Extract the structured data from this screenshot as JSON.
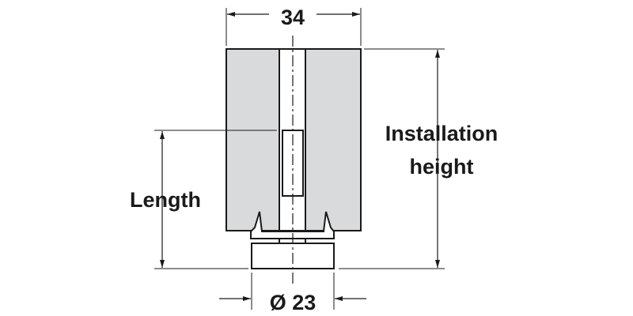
{
  "labels": {
    "width": "34",
    "installation_height_line1": "Installation",
    "installation_height_line2": "height",
    "length": "Length",
    "diameter": "Ø 23"
  },
  "colors": {
    "body_fill": "#d9dadc",
    "line": "#1a1a1a"
  }
}
